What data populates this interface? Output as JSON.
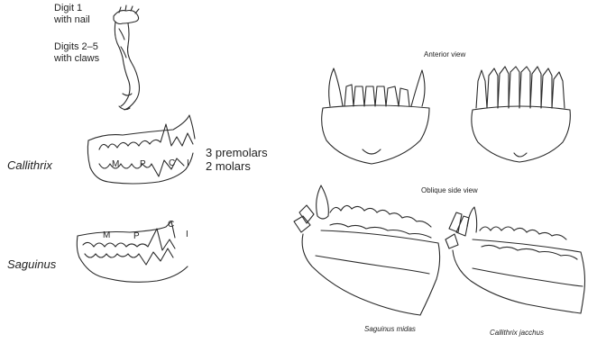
{
  "hand": {
    "digit1": [
      "Digit 1",
      "with nail"
    ],
    "digits25": [
      "Digits 2–5",
      "with claws"
    ]
  },
  "callithrix": {
    "genus": "Callithrix",
    "teeth": {
      "m": "M",
      "p": "P",
      "c": "C",
      "i": "I"
    },
    "notes": [
      "3 premolars",
      "2 molars"
    ]
  },
  "saguinus": {
    "genus": "Saguinus",
    "teeth": {
      "m": "M",
      "p": "P",
      "c": "C",
      "i": "I"
    }
  },
  "right_panel": {
    "anterior_view": "Anterior view",
    "oblique_view": "Oblique side view",
    "species_left": "Saguinus midas",
    "species_right": "Callithrix jacchus"
  }
}
